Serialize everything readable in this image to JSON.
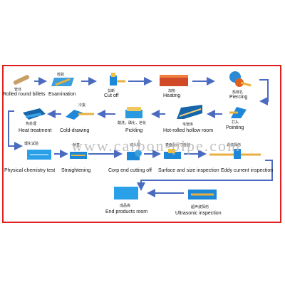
{
  "watermark": "www.carbon-pipe.com",
  "colors": {
    "frame": "#e02020",
    "arrow": "#4a6bbf",
    "machine": "#1e88d8"
  },
  "steps": [
    {
      "id": "rolled-round-billets",
      "cn": "管坯",
      "en": "Rolled round billets"
    },
    {
      "id": "examination",
      "cn": "检验",
      "en": "Examination"
    },
    {
      "id": "cut-off",
      "cn": "剪断",
      "en": "Cut off"
    },
    {
      "id": "heating",
      "cn": "加热",
      "en": "Heating"
    },
    {
      "id": "piercing",
      "cn": "热穿孔",
      "en": "Piercing"
    },
    {
      "id": "pointing",
      "cn": "打头",
      "en": "Pointing"
    },
    {
      "id": "hot-rolled-hollow-room",
      "cn": "毛管库",
      "en": "Hot-rolled hollow room"
    },
    {
      "id": "pickling",
      "cn": "酸洗，磷化，皂化",
      "en": "Pickling"
    },
    {
      "id": "cold-drawing",
      "cn": "冷拔",
      "en": "Cold-drawing"
    },
    {
      "id": "heat-treatment",
      "cn": "热处理",
      "en": "Heat treatment"
    },
    {
      "id": "physical-chemistry-test",
      "cn": "理化试验",
      "en": "Physical chemistry test"
    },
    {
      "id": "straightening",
      "cn": "矫直",
      "en": "Straightening"
    },
    {
      "id": "corp-end-cutting-off",
      "cn": "切头尾",
      "en": "Corp end cutting off"
    },
    {
      "id": "surface-size-inspection",
      "cn": "表面及尺寸检验",
      "en": "Surface and size inspection"
    },
    {
      "id": "eddy-current-inspection",
      "cn": "涡流探伤",
      "en": "Eddy current inspection"
    },
    {
      "id": "ultrasonic-inspection",
      "cn": "超声波探伤",
      "en": "Ultrasonic inspection"
    },
    {
      "id": "end-products-room",
      "cn": "成品库",
      "en": "End products room"
    }
  ]
}
